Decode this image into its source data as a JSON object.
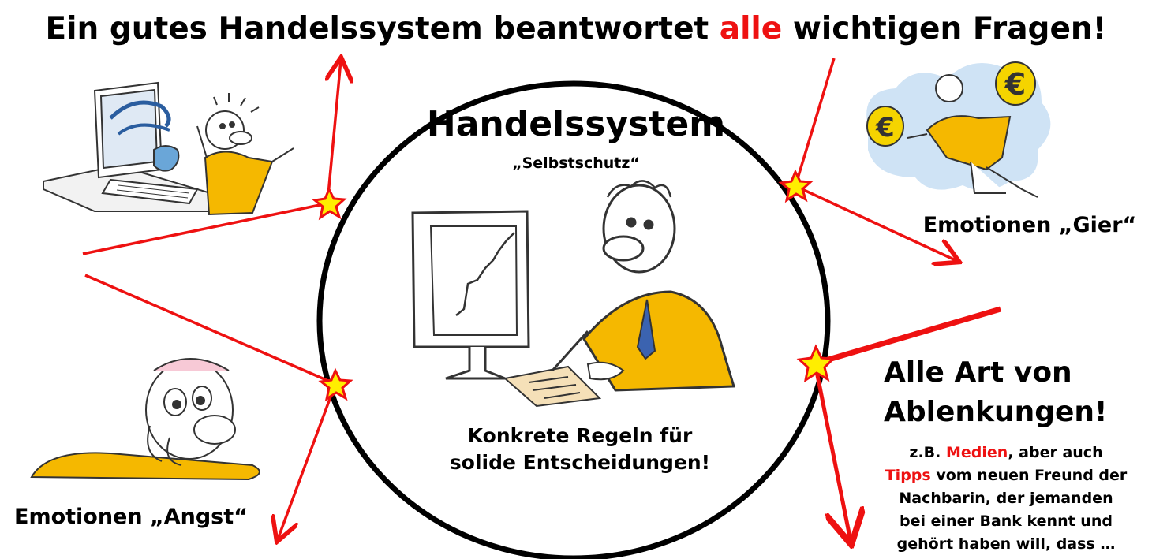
{
  "title": {
    "part1": "Ein gutes Handelssystem beantwortet",
    "highlight": "alle",
    "part2": "wichtigen Fragen!"
  },
  "center": {
    "title": "Handelssystem",
    "subtitle": "„Selbstschutz“",
    "rules_line1": "Konkrete Regeln für",
    "rules_line2": "solide Entscheidungen!"
  },
  "greed": {
    "label": "Emotionen „Gier“"
  },
  "fear": {
    "label": "Emotionen „Angst“"
  },
  "distraction": {
    "title_line1": "Alle Art von",
    "title_line2": "Ablenkungen!",
    "prefix": "z.B. ",
    "media": "Medien",
    "after_media": ", aber auch",
    "tips": "Tipps",
    "after_tips": " vom neuen Freund der",
    "line3": "Nachbarin, der jemanden",
    "line4": "bei einer Bank kennt und",
    "line5": "gehört haben will, dass …"
  },
  "colors": {
    "arrow": "#ee1111",
    "highlight": "#ee1111",
    "star_fill": "#ffee00",
    "shirt": "#f5b800",
    "cloud": "#cfe3f5"
  }
}
